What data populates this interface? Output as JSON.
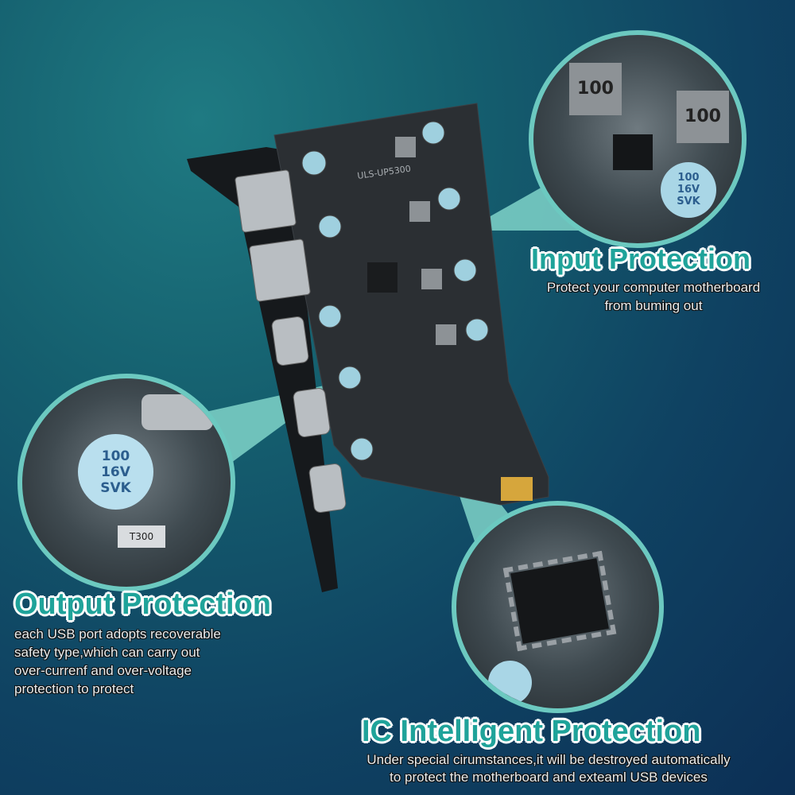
{
  "colors": {
    "accent": "#1fa39a",
    "ring": "#6cc9c0",
    "background_top": "#1f7a82",
    "background_bottom": "#0c2f55",
    "board": "#2b2f33"
  },
  "board": {
    "model_label": "ULS-UP5300",
    "inductor_label": "100"
  },
  "callouts": [
    {
      "title": "Input Protection",
      "lines": [
        "Protect your computer motherboard",
        "from buming out"
      ]
    },
    {
      "title": "Output Protection",
      "lines": [
        "each USB port adopts recoverable",
        "safety type,which can carry out",
        "over-currenf and over-voltage",
        "protection to protect"
      ]
    },
    {
      "title": "IC Intelligent Protection",
      "lines": [
        "Under special cirumstances,it will be destroyed automatically",
        "to protect the motherboard and exteaml USB devices"
      ]
    }
  ],
  "capacitor_label": [
    "100",
    "16V",
    "SVK"
  ],
  "resistor_label": "T300"
}
